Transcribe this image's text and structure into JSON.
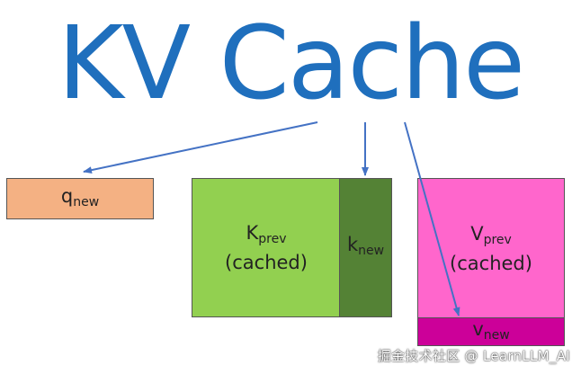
{
  "title": "KV Cache",
  "colors": {
    "title": "#1f6fbd",
    "arrow": "#4472c4",
    "q": "#f4b183",
    "k_prev": "#92d050",
    "k_new": "#548235",
    "v_prev": "#ff66cc",
    "v_new": "#cc0099"
  },
  "blocks": {
    "q": {
      "symbol": "q",
      "subscript": "new"
    },
    "k_prev": {
      "symbol": "K",
      "subscript": "prev",
      "caption": "(cached)"
    },
    "k_new": {
      "symbol": "k",
      "subscript": "new"
    },
    "v_prev": {
      "symbol": "V",
      "subscript": "prev",
      "caption": "(cached)"
    },
    "v_new": {
      "symbol": "v",
      "subscript": "new"
    }
  },
  "watermark": "掘金技术社区 @ LearnLLM_AI"
}
